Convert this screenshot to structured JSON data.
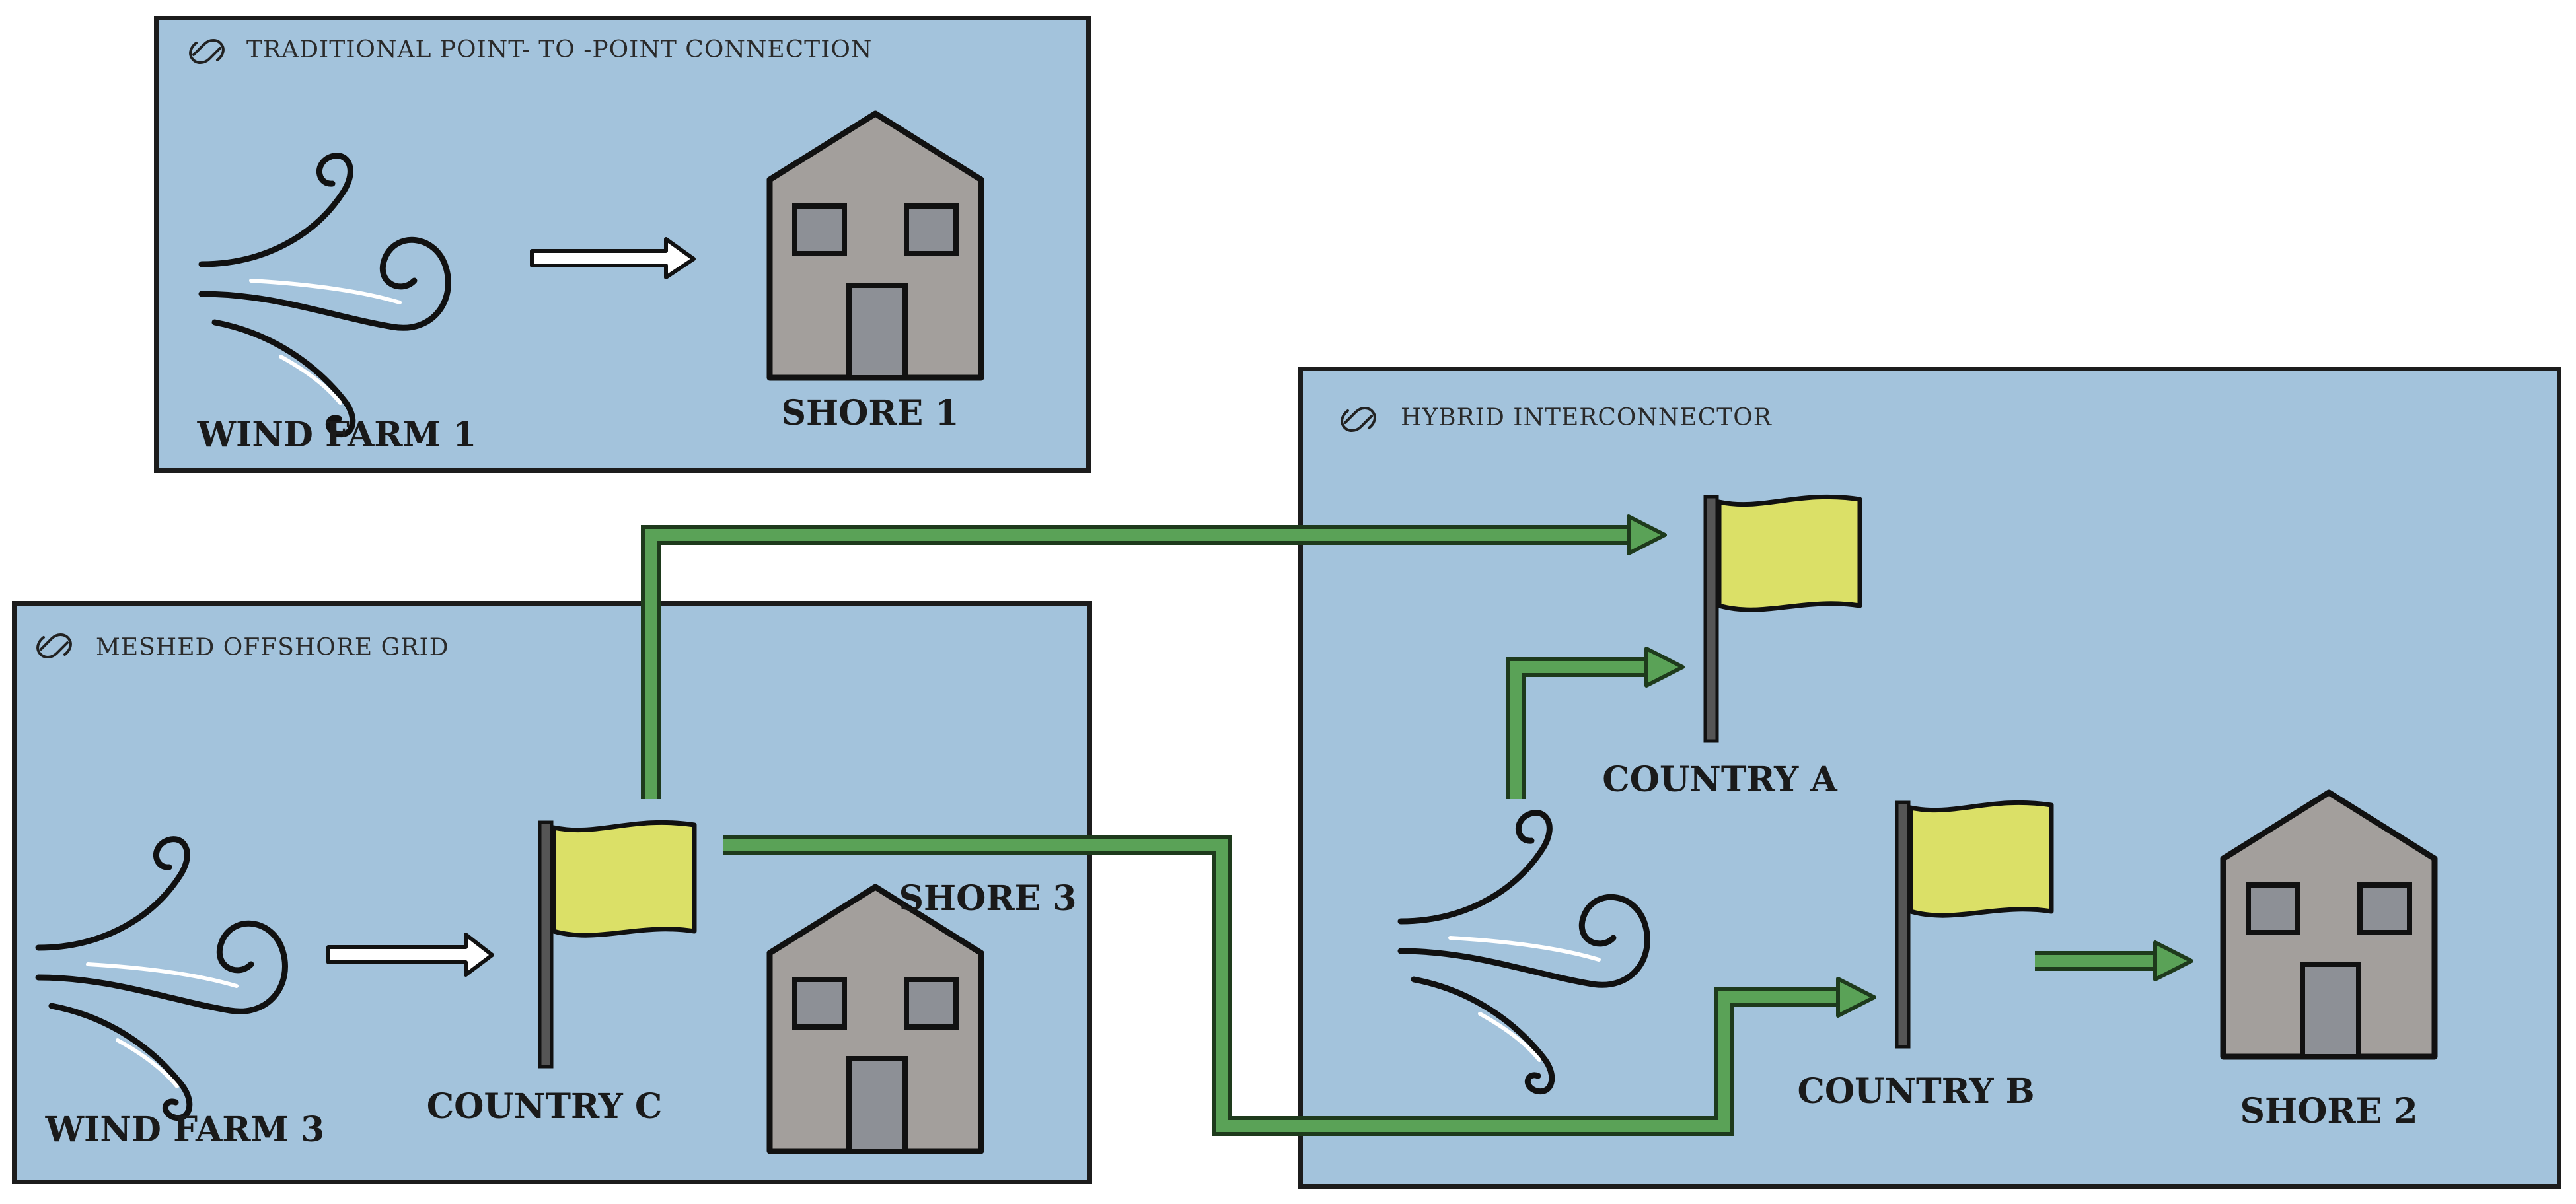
{
  "colors": {
    "panel_bg": "#a3c3dc",
    "panel_border": "#1c1c1c",
    "flag": "#dbe067",
    "house": "#a39f9c",
    "house_window": "#8d9096",
    "connector": "#5aa257",
    "connector_outline": "#1e3a1c"
  },
  "icons": {
    "panel_icon": "link-icon",
    "wind": "wind-icon",
    "house": "house-icon",
    "flag": "flag-icon"
  },
  "panels": {
    "traditional": {
      "title": "TRADITIONAL POINT- TO -POINT CONNECTION"
    },
    "meshed": {
      "title": "MESHED OFFSHORE GRID"
    },
    "hybrid": {
      "title": "HYBRID INTERCONNECTOR"
    }
  },
  "labels": {
    "wind_farm_1": "WIND FARM 1",
    "shore_1": "SHORE 1",
    "wind_farm_3": "WIND FARM 3",
    "country_c": "COUNTRY C",
    "shore_3": "SHORE 3",
    "country_a": "COUNTRY A",
    "country_b": "COUNTRY B",
    "shore_2": "SHORE 2"
  }
}
